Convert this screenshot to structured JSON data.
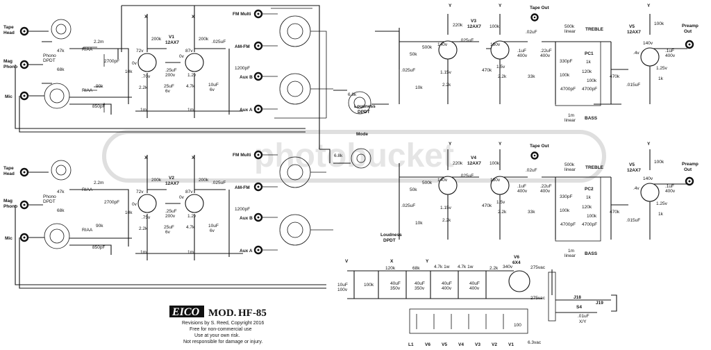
{
  "brand": "EICO",
  "model_prefix": "MOD.",
  "model": "HF-85",
  "credits": [
    "Revisions by S. Reed, Copyright 2016",
    "Free for non-commercial use",
    "Use at your own risk.",
    "Not responsible for damage or injury."
  ],
  "inputs": {
    "tape_head": [
      "Tape",
      "Head"
    ],
    "mag_phono": [
      "Mag",
      "Phono"
    ],
    "mic": "Mic"
  },
  "input_labels": {
    "phono_dpdt": [
      "Phono",
      "DPDT"
    ],
    "riaa": "RIAA",
    "r_47k": "47k",
    "r_68k": "68k",
    "r_22m": "2.2m",
    "c_2700": "2700pF",
    "r_90k": "90k",
    "c_850": "850pF"
  },
  "stage1": {
    "v1": [
      "V1",
      "12AX7"
    ],
    "v2": [
      "V2",
      "12AX7"
    ],
    "v_72": "72v",
    "v_70": ".70v",
    "v_75": ".75v",
    "v_0": "0v",
    "v_87": "87v",
    "v_12": "1.2v",
    "r_200k": "200k",
    "r_10k": "10k",
    "r_22k": "2.2k",
    "r_1m": "1m",
    "r_47k": "4.7k",
    "c_25": "25uF",
    "c_6v": "6v",
    "c_025": ".025uF",
    "c_025_200": ".25uF",
    "c_200v": "200v",
    "c_10": "10uF",
    "c_1200": "1200pF",
    "x": "X"
  },
  "selector": {
    "fm_multi": "FM Multi",
    "am_fm": "AM-FM",
    "aux_b": "Aux B",
    "aux_a": "Aux A"
  },
  "center": {
    "loudness": [
      "Loudness",
      "DPDT"
    ],
    "mode": "Mode",
    "r_68k": "6.8k",
    "r_68k2": "6.8k"
  },
  "tone_stage": {
    "v3": [
      "V3",
      "12AX7"
    ],
    "v4": [
      "V4",
      "12AX7"
    ],
    "v5": [
      "V5",
      "12AX7"
    ],
    "tape_out": "Tape Out",
    "preamp_out": [
      "Preamp",
      "Out"
    ],
    "treble": "TREBLE",
    "bass": "BASS",
    "pc1": "PC1",
    "pc2": "PC2",
    "r_500k_lin": [
      "500k",
      "linear"
    ],
    "r_1m_lin": [
      "1m",
      "linear"
    ],
    "r_220k": "220k",
    "r_100k": "100k",
    "r_500k": "500k",
    "r_50k": "50k",
    "r_470k": "470k",
    "r_33k": "33k",
    "r_120k": "120k",
    "r_1k": "1k",
    "r_22k": "2.2k",
    "r_10k": "10k",
    "c_025": ".025uF",
    "c_02": ".02uF",
    "c_1": ".1uF",
    "c_22": ".22uF",
    "c_015": ".015uF",
    "c_330": "330pF",
    "c_4700": "4700pF",
    "c_400": "400v",
    "v_140": "140v",
    "v_180": "180v",
    "v_115": "1.15v",
    "v_15": "1.5v",
    "v_4": ".4v",
    "v_125": "1.25v",
    "y": "Y",
    "dpdt": "DPDT"
  },
  "power": {
    "v6": [
      "V6",
      "6X4"
    ],
    "ac275": "275vac",
    "ac63": "6.3vac",
    "v340": "340v",
    "r_120k": "120k",
    "r_68k": "68k",
    "r_47k1w": "4.7k 1w",
    "r_22k": "2.2k",
    "r_100k": "100k",
    "r_100": "100",
    "c_10": "10uF",
    "c_100v": "100v",
    "c_40_350": [
      "40uF",
      "350v"
    ],
    "c_40_400": [
      "40uF",
      "400v"
    ],
    "c_01": ".01uF",
    "c_xy": "X/Y",
    "j18": "J18",
    "j19": "J19",
    "s4": "S4",
    "heaters": [
      "L1",
      "V6",
      "V5",
      "V4",
      "V3",
      "V2",
      "V1"
    ],
    "nodes": [
      "V",
      "X",
      "Y"
    ]
  },
  "watermark": "photobucket"
}
